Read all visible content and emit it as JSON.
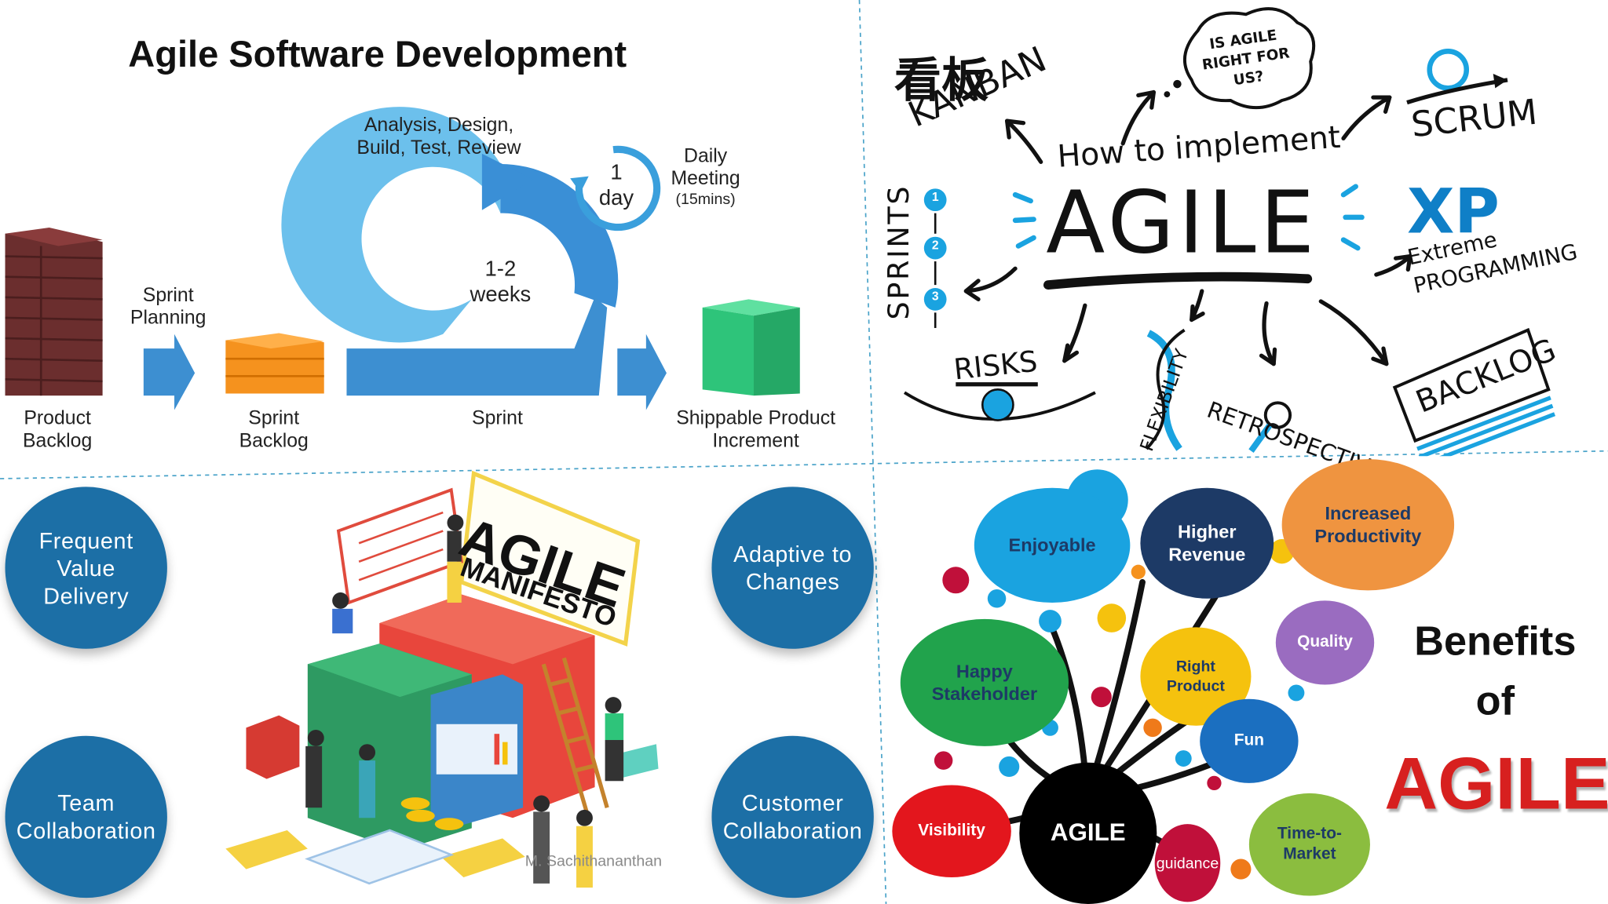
{
  "q1": {
    "title": "Agile Software Development",
    "labels": {
      "product_backlog": "Product\nBacklog",
      "sprint_planning": "Sprint\nPlanning",
      "sprint_backlog": "Sprint\nBacklog",
      "sprint": "Sprint",
      "increment": "Shippable Product\nIncrement",
      "analysis": "Analysis, Design,\nBuild, Test, Review",
      "weeks": "1-2\nweeks",
      "day": "1\nday",
      "daily_meeting": "Daily\nMeeting",
      "daily_duration": "(15mins)"
    },
    "colors": {
      "arrow_blue": "#3d8fd1",
      "cycle_light": "#6cc0ec",
      "cycle_dark": "#3a8fd6",
      "backlog_brown": "#6b2e2e",
      "sprint_orange": "#f5921e",
      "increment_green": "#2ec47a"
    }
  },
  "q2": {
    "center_top": "How to implement",
    "center": "AGILE",
    "kanban_kanji": "看板",
    "kanban": "KANBAN",
    "question": "IS AGILE\nRIGHT FOR\nUS?",
    "scrum": "SCRUM",
    "xp": "XP",
    "xp_sub": "Extreme\nPROGRAMMING",
    "sprints": "SPRINTS",
    "sprint_numbers": [
      "1",
      "2",
      "3"
    ],
    "risks": "RISKS",
    "flexibility": "FLEXIBILITY",
    "retrospective": "RETROSPECTIVE",
    "backlog": "BACKLOG"
  },
  "q3": {
    "values": [
      "Frequent\nValue\nDelivery",
      "Adaptive to\nChanges",
      "Team\nCollaboration",
      "Customer\nCollaboration"
    ],
    "manifesto_line1": "AGILE",
    "manifesto_line2": "MANIFESTO",
    "credit": "M. Sachithananthan"
  },
  "q4": {
    "center": "AGILE",
    "benefits": [
      "Enjoyable",
      "Higher\nRevenue",
      "Increased\nProductivity",
      "Quality",
      "Happy\nStakeholder",
      "Right\nProduct",
      "Fun",
      "Visibility",
      "guidance",
      "Time-to-\nMarket"
    ],
    "heading_line1": "Benefits",
    "heading_line2": "of",
    "heading_line3": "AGILE",
    "colors": {
      "enjoyable": "#1aa3e0",
      "revenue": "#1d3a66",
      "productivity": "#ef9440",
      "quality": "#9a6cc0",
      "stakeholder": "#21a34c",
      "right_product": "#f5c20e",
      "fun": "#1b6fc0",
      "visibility": "#e3161d",
      "center": "#000000",
      "guidance": "#c0103a",
      "time_to_market": "#8bbd3f",
      "heading_red": "#d7201f"
    }
  }
}
